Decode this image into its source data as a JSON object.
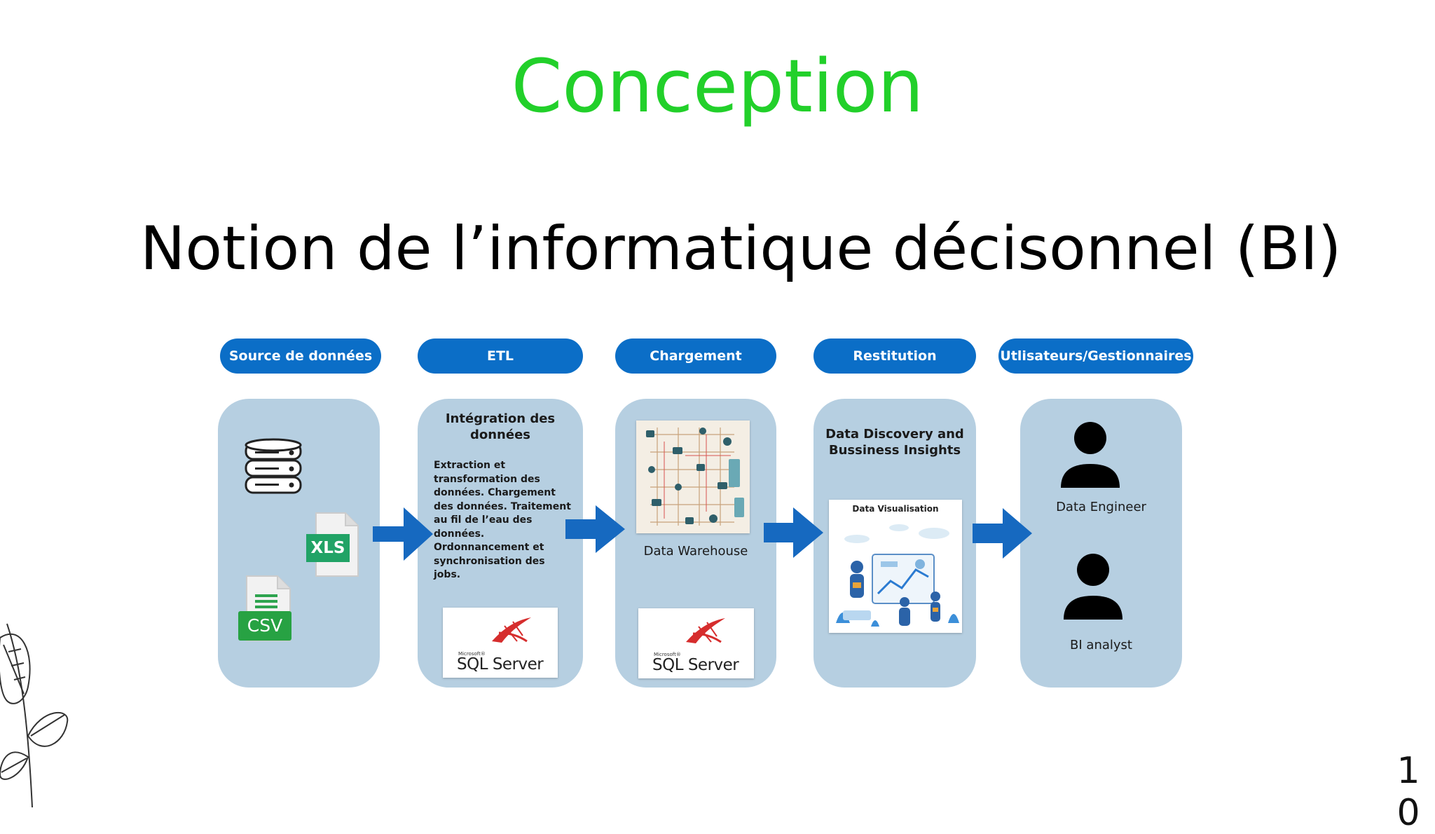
{
  "slide": {
    "title": "Conception",
    "subtitle": "Notion de l’informatique décisonnel (BI)",
    "page_number_top": "1",
    "page_number_bottom": "0",
    "title_color": "#22d02a"
  },
  "diagram": {
    "stages": [
      {
        "label": "Source de données"
      },
      {
        "label": "ETL"
      },
      {
        "label": "Chargement"
      },
      {
        "label": "Restitution"
      },
      {
        "label": "Utlisateurs/Gestionnaires"
      }
    ],
    "sources": {
      "xls_label": "XLS",
      "csv_label": "CSV"
    },
    "etl": {
      "heading": "Intégration des données",
      "description": "Extraction et transformation des données. Chargement des données. Traitement au fil de l’eau des données. Ordonnancement et synchronisation des jobs.",
      "logo_small": "Microsoft®",
      "logo_text": "SQL Server"
    },
    "loading": {
      "caption": "Data Warehouse",
      "logo_small": "Microsoft®",
      "logo_text": "SQL Server"
    },
    "restitution": {
      "heading": "Data Discovery and Bussiness Insights",
      "card_title": "Data Visualisation"
    },
    "users": [
      {
        "label": "Data Engineer"
      },
      {
        "label": "BI analyst"
      }
    ],
    "colors": {
      "pill": "#0b6ec7",
      "panel": "#b6cfe1",
      "arrow": "#1669c0"
    }
  }
}
